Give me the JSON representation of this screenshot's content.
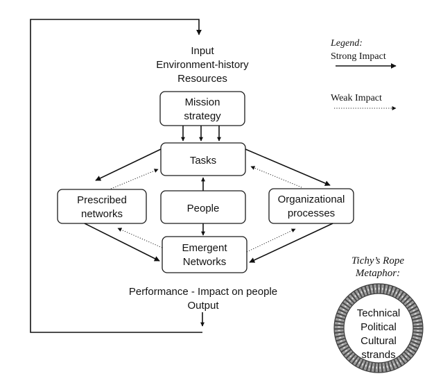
{
  "input": {
    "line1": "Input",
    "line2": "Environment-history",
    "line3": "Resources"
  },
  "nodes": {
    "mission": [
      "Mission",
      "strategy"
    ],
    "tasks": [
      "Tasks"
    ],
    "people": [
      "People"
    ],
    "prescribed": [
      "Prescribed",
      "networks"
    ],
    "organizational": [
      "Organizational",
      "processes"
    ],
    "emergent": [
      "Emergent",
      "Networks"
    ]
  },
  "output": {
    "line1": "Performance - Impact on people",
    "line2": "Output"
  },
  "legend": {
    "title": "Legend:",
    "strong": "Strong Impact",
    "weak": "Weak Impact"
  },
  "rope": {
    "title_line1": "Tichy’s Rope",
    "title_line2": "Metaphor:",
    "strands": [
      "Technical",
      "Political",
      "Cultural",
      "strands"
    ]
  },
  "colors": {
    "line": "#111111",
    "rope_fill": "#9a9a9a",
    "rope_dark": "#4a4a4a",
    "rope_light": "#e0e0e0"
  }
}
